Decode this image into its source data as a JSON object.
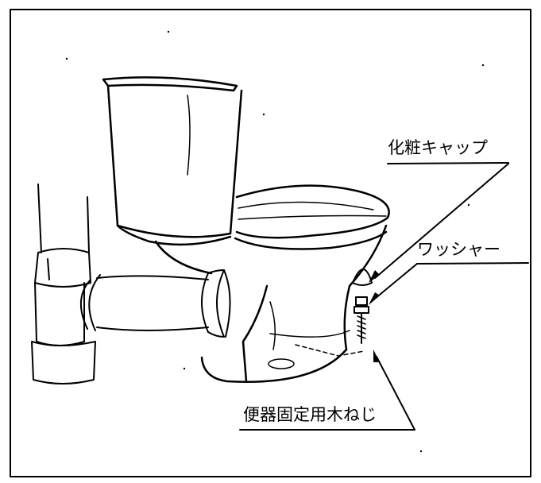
{
  "labels": {
    "cosmetic_cap": "化粧キャップ",
    "washer": "ワッシャー",
    "fixing_wood_screw": "便器固定用木ねじ"
  },
  "colors": {
    "line": "#000000",
    "background": "#ffffff"
  }
}
